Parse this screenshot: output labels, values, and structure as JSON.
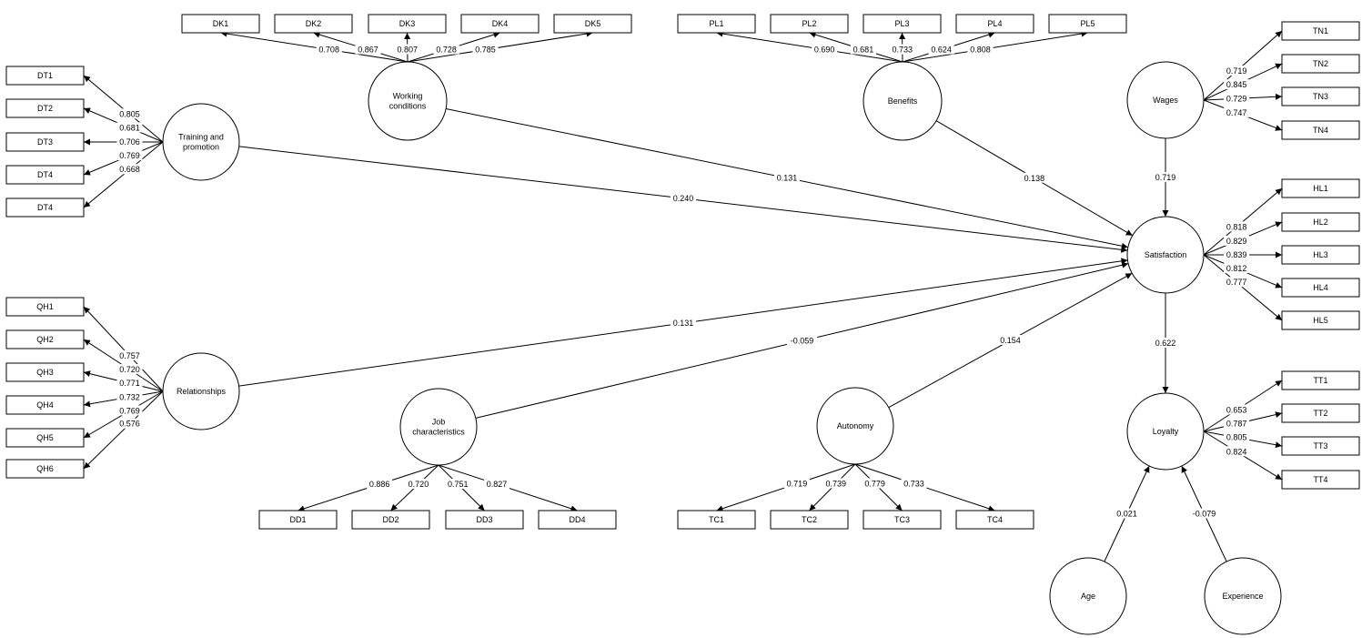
{
  "latents": [
    {
      "id": "WC",
      "lines": [
        "Working",
        "conditions"
      ]
    },
    {
      "id": "BE",
      "lines": [
        "Benefits"
      ]
    },
    {
      "id": "WA",
      "lines": [
        "Wages"
      ]
    },
    {
      "id": "TP",
      "lines": [
        "Training and",
        "promotion"
      ]
    },
    {
      "id": "SA",
      "lines": [
        "Satisfaction"
      ]
    },
    {
      "id": "RE",
      "lines": [
        "Relationships"
      ]
    },
    {
      "id": "JC",
      "lines": [
        "Job",
        "characteristics"
      ]
    },
    {
      "id": "AU",
      "lines": [
        "Autonomy"
      ]
    },
    {
      "id": "LO",
      "lines": [
        "Loyalty"
      ]
    },
    {
      "id": "AG",
      "lines": [
        "Age"
      ]
    },
    {
      "id": "EX",
      "lines": [
        "Experience"
      ]
    }
  ],
  "indicators": [
    {
      "id": "DK1",
      "label": "DK1",
      "latent": "WC",
      "loading": "0.708"
    },
    {
      "id": "DK2",
      "label": "DK2",
      "latent": "WC",
      "loading": "0.867"
    },
    {
      "id": "DK3",
      "label": "DK3",
      "latent": "WC",
      "loading": "0.807"
    },
    {
      "id": "DK4",
      "label": "DK4",
      "latent": "WC",
      "loading": "0.728"
    },
    {
      "id": "DK5",
      "label": "DK5",
      "latent": "WC",
      "loading": "0.785"
    },
    {
      "id": "PL1",
      "label": "PL1",
      "latent": "BE",
      "loading": "0.690"
    },
    {
      "id": "PL2",
      "label": "PL2",
      "latent": "BE",
      "loading": "0.681"
    },
    {
      "id": "PL3",
      "label": "PL3",
      "latent": "BE",
      "loading": "0.733"
    },
    {
      "id": "PL4",
      "label": "PL4",
      "latent": "BE",
      "loading": "0.624"
    },
    {
      "id": "PL5",
      "label": "PL5",
      "latent": "BE",
      "loading": "0.808"
    },
    {
      "id": "TN1",
      "label": "TN1",
      "latent": "WA",
      "loading": "0.719"
    },
    {
      "id": "TN2",
      "label": "TN2",
      "latent": "WA",
      "loading": "0.845"
    },
    {
      "id": "TN3",
      "label": "TN3",
      "latent": "WA",
      "loading": "0.729"
    },
    {
      "id": "TN4",
      "label": "TN4",
      "latent": "WA",
      "loading": "0.747"
    },
    {
      "id": "DT1",
      "label": "DT1",
      "latent": "TP",
      "loading": "0.805"
    },
    {
      "id": "DT2",
      "label": "DT2",
      "latent": "TP",
      "loading": "0.681"
    },
    {
      "id": "DT3",
      "label": "DT3",
      "latent": "TP",
      "loading": "0.706"
    },
    {
      "id": "DT4",
      "label": "DT4",
      "latent": "TP",
      "loading": "0.769"
    },
    {
      "id": "DT5",
      "label": "DT4",
      "latent": "TP",
      "loading": "0.668"
    },
    {
      "id": "HL1",
      "label": "HL1",
      "latent": "SA",
      "loading": "0.818"
    },
    {
      "id": "HL2",
      "label": "HL2",
      "latent": "SA",
      "loading": "0.829"
    },
    {
      "id": "HL3",
      "label": "HL3",
      "latent": "SA",
      "loading": "0.839"
    },
    {
      "id": "HL4",
      "label": "HL4",
      "latent": "SA",
      "loading": "0.812"
    },
    {
      "id": "HL5",
      "label": "HL5",
      "latent": "SA",
      "loading": "0.777"
    },
    {
      "id": "QH1",
      "label": "QH1",
      "latent": "RE",
      "loading": "0.757"
    },
    {
      "id": "QH2",
      "label": "QH2",
      "latent": "RE",
      "loading": "0.720"
    },
    {
      "id": "QH3",
      "label": "QH3",
      "latent": "RE",
      "loading": "0.771"
    },
    {
      "id": "QH4",
      "label": "QH4",
      "latent": "RE",
      "loading": "0.732"
    },
    {
      "id": "QH5",
      "label": "QH5",
      "latent": "RE",
      "loading": "0.769"
    },
    {
      "id": "QH6",
      "label": "QH6",
      "latent": "RE",
      "loading": "0.576"
    },
    {
      "id": "DD1",
      "label": "DD1",
      "latent": "JC",
      "loading": "0.886"
    },
    {
      "id": "DD2",
      "label": "DD2",
      "latent": "JC",
      "loading": "0.720"
    },
    {
      "id": "DD3",
      "label": "DD3",
      "latent": "JC",
      "loading": "0.751"
    },
    {
      "id": "DD4",
      "label": "DD4",
      "latent": "JC",
      "loading": "0.827"
    },
    {
      "id": "TC1",
      "label": "TC1",
      "latent": "AU",
      "loading": "0.719"
    },
    {
      "id": "TC2",
      "label": "TC2",
      "latent": "AU",
      "loading": "0.739"
    },
    {
      "id": "TC3",
      "label": "TC3",
      "latent": "AU",
      "loading": "0.779"
    },
    {
      "id": "TC4",
      "label": "TC4",
      "latent": "AU",
      "loading": "0.733"
    },
    {
      "id": "TT1",
      "label": "TT1",
      "latent": "LO",
      "loading": "0.653"
    },
    {
      "id": "TT2",
      "label": "TT2",
      "latent": "LO",
      "loading": "0.787"
    },
    {
      "id": "TT3",
      "label": "TT3",
      "latent": "LO",
      "loading": "0.805"
    },
    {
      "id": "TT4",
      "label": "TT4",
      "latent": "LO",
      "loading": "0.824"
    }
  ],
  "paths": [
    {
      "from": "WC",
      "to": "SA",
      "coef": "0.131"
    },
    {
      "from": "BE",
      "to": "SA",
      "coef": "0.138"
    },
    {
      "from": "TP",
      "to": "SA",
      "coef": "0.240"
    },
    {
      "from": "WA",
      "to": "SA",
      "coef": "0.719"
    },
    {
      "from": "RE",
      "to": "SA",
      "coef": "0.131"
    },
    {
      "from": "JC",
      "to": "SA",
      "coef": "-0.059"
    },
    {
      "from": "AU",
      "to": "SA",
      "coef": "0.154"
    },
    {
      "from": "SA",
      "to": "LO",
      "coef": "0.622"
    },
    {
      "from": "AG",
      "to": "LO",
      "coef": "0.021"
    },
    {
      "from": "EX",
      "to": "LO",
      "coef": "-0.079"
    }
  ]
}
